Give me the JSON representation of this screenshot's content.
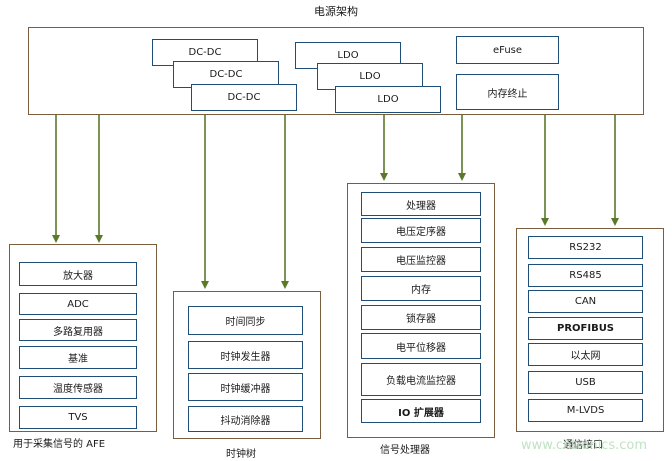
{
  "title": "电源架构",
  "power_box": {
    "dcdc": [
      "DC-DC",
      "DC-DC",
      "DC-DC"
    ],
    "ldo": [
      "LDO",
      "LDO",
      "LDO"
    ],
    "efuse": "eFuse",
    "memory_term": "内存终止"
  },
  "afe": {
    "caption": "用于采集信号的 AFE",
    "items": [
      "放大器",
      "ADC",
      "多路复用器",
      "基准",
      "温度传感器",
      "TVS"
    ]
  },
  "clock": {
    "caption": "时钟树",
    "items": [
      "时间同步",
      "时钟发生器",
      "时钟缓冲器",
      "抖动消除器"
    ]
  },
  "signal": {
    "caption": "信号处理器",
    "items": [
      "处理器",
      "电压定序器",
      "电压监控器",
      "内存",
      "锁存器",
      "电平位移器",
      "负载电流监控器",
      "IO 扩展器"
    ]
  },
  "comm": {
    "caption": "通信接口",
    "items": [
      "RS232",
      "RS485",
      "CAN",
      "PROFIBUS",
      "以太网",
      "USB",
      "M-LVDS"
    ]
  },
  "watermark": "www.cntronics.com",
  "colors": {
    "arrow": "#5a7a2a",
    "group_border": "#7a5c3e",
    "item_border": "#1f4e79"
  }
}
